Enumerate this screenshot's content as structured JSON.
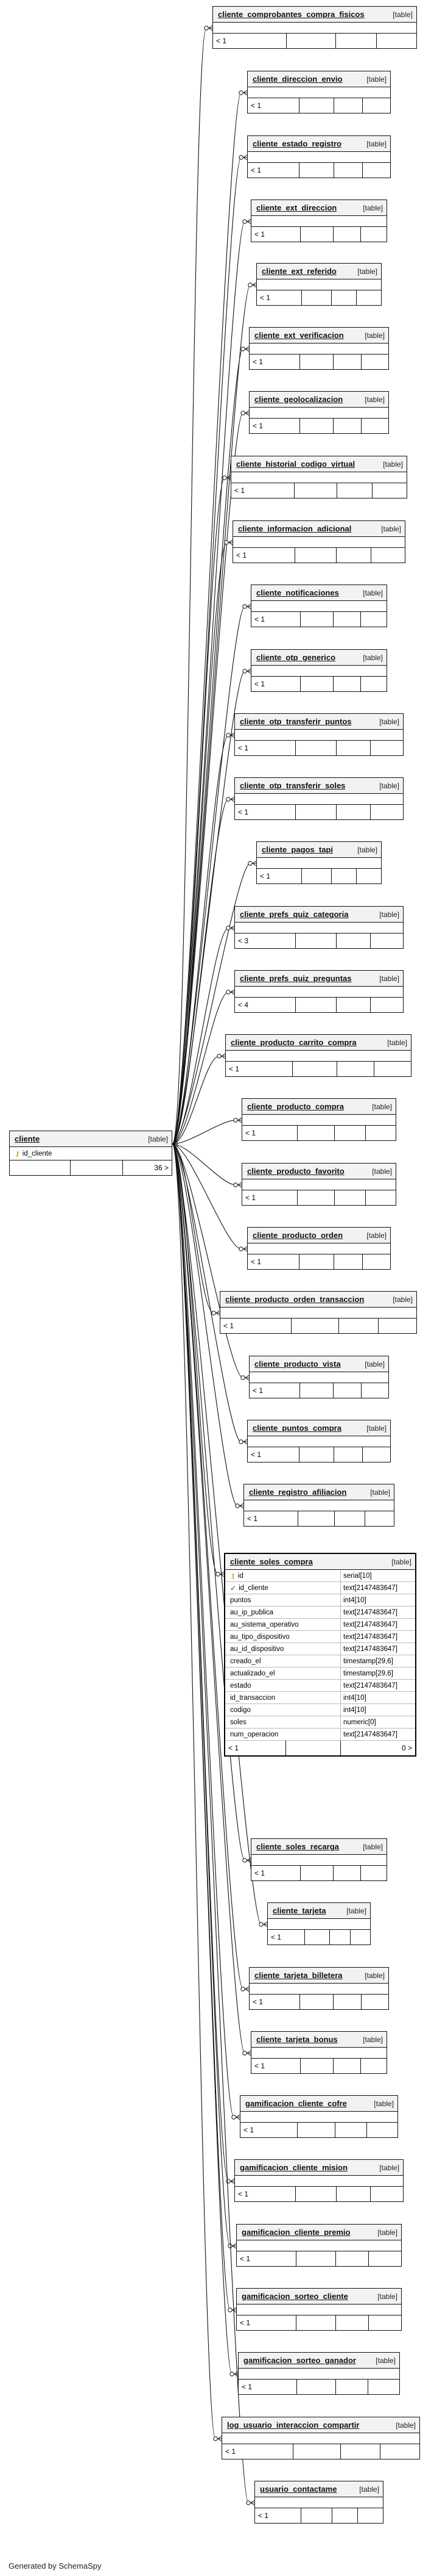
{
  "footer": "Generated by SchemaSpy",
  "main_table": {
    "name": "cliente",
    "kind": "[table]",
    "column": "id_cliente",
    "parents": "",
    "children": "36 >"
  },
  "focus_table": {
    "name": "cliente_soles_compra",
    "kind": "[table]",
    "footer_left": "< 1",
    "footer_right": "0 >",
    "columns": [
      {
        "name": "id",
        "type": "serial[10]"
      },
      {
        "name": "id_cliente",
        "type": "text[2147483647]"
      },
      {
        "name": "puntos",
        "type": "int4[10]"
      },
      {
        "name": "au_ip_publica",
        "type": "text[2147483647]"
      },
      {
        "name": "au_sistema_operativo",
        "type": "text[2147483647]"
      },
      {
        "name": "au_tipo_dispositivo",
        "type": "text[2147483647]"
      },
      {
        "name": "au_id_dispositivo",
        "type": "text[2147483647]"
      },
      {
        "name": "creado_el",
        "type": "timestamp[29,6]"
      },
      {
        "name": "actualizado_el",
        "type": "timestamp[29,6]"
      },
      {
        "name": "estado",
        "type": "text[2147483647]"
      },
      {
        "name": "id_transaccion",
        "type": "int4[10]"
      },
      {
        "name": "codigo",
        "type": "int4[10]"
      },
      {
        "name": "soles",
        "type": "numeric[0]"
      },
      {
        "name": "num_operacion",
        "type": "text[2147483647]"
      }
    ]
  },
  "tables": [
    {
      "name": "cliente_comprobantes_compra_fisicos",
      "kind": "[table]",
      "parents": "< 1"
    },
    {
      "name": "cliente_direccion_envio",
      "kind": "[table]",
      "parents": "< 1"
    },
    {
      "name": "cliente_estado_registro",
      "kind": "[table]",
      "parents": "< 1"
    },
    {
      "name": "cliente_ext_direccion",
      "kind": "[table]",
      "parents": "< 1"
    },
    {
      "name": "cliente_ext_referido",
      "kind": "[table]",
      "parents": "< 1"
    },
    {
      "name": "cliente_ext_verificacion",
      "kind": "[table]",
      "parents": "< 1"
    },
    {
      "name": "cliente_geolocalizacion",
      "kind": "[table]",
      "parents": "< 1"
    },
    {
      "name": "cliente_historial_codigo_virtual",
      "kind": "[table]",
      "parents": "< 1"
    },
    {
      "name": "cliente_informacion_adicional",
      "kind": "[table]",
      "parents": "< 1"
    },
    {
      "name": "cliente_notificaciones",
      "kind": "[table]",
      "parents": "< 1"
    },
    {
      "name": "cliente_otp_generico",
      "kind": "[table]",
      "parents": "< 1"
    },
    {
      "name": "cliente_otp_transferir_puntos",
      "kind": "[table]",
      "parents": "< 1"
    },
    {
      "name": "cliente_otp_transferir_soles",
      "kind": "[table]",
      "parents": "< 1"
    },
    {
      "name": "cliente_pagos_tapi",
      "kind": "[table]",
      "parents": "< 1"
    },
    {
      "name": "cliente_prefs_quiz_categoria",
      "kind": "[table]",
      "parents": "< 3"
    },
    {
      "name": "cliente_prefs_quiz_preguntas",
      "kind": "[table]",
      "parents": "< 4"
    },
    {
      "name": "cliente_producto_carrito_compra",
      "kind": "[table]",
      "parents": "< 1"
    },
    {
      "name": "cliente_producto_compra",
      "kind": "[table]",
      "parents": "< 1"
    },
    {
      "name": "cliente_producto_favorito",
      "kind": "[table]",
      "parents": "< 1"
    },
    {
      "name": "cliente_producto_orden",
      "kind": "[table]",
      "parents": "< 1"
    },
    {
      "name": "cliente_producto_orden_transaccion",
      "kind": "[table]",
      "parents": "< 1"
    },
    {
      "name": "cliente_producto_vista",
      "kind": "[table]",
      "parents": "< 1"
    },
    {
      "name": "cliente_puntos_compra",
      "kind": "[table]",
      "parents": "< 1"
    },
    {
      "name": "cliente_registro_afiliacion",
      "kind": "[table]",
      "parents": "< 1"
    },
    {
      "name": "cliente_soles_recarga",
      "kind": "[table]",
      "parents": "< 1"
    },
    {
      "name": "cliente_tarjeta",
      "kind": "[table]",
      "parents": "< 1"
    },
    {
      "name": "cliente_tarjeta_billetera",
      "kind": "[table]",
      "parents": "< 1"
    },
    {
      "name": "cliente_tarjeta_bonus",
      "kind": "[table]",
      "parents": "< 1"
    },
    {
      "name": "gamificacion_cliente_cofre",
      "kind": "[table]",
      "parents": "< 1"
    },
    {
      "name": "gamificacion_cliente_mision",
      "kind": "[table]",
      "parents": "< 1"
    },
    {
      "name": "gamificacion_cliente_premio",
      "kind": "[table]",
      "parents": "< 1"
    },
    {
      "name": "gamificacion_sorteo_cliente",
      "kind": "[table]",
      "parents": "< 1"
    },
    {
      "name": "gamificacion_sorteo_ganador",
      "kind": "[table]",
      "parents": "< 1"
    },
    {
      "name": "log_usuario_interaccion_compartir",
      "kind": "[table]",
      "parents": "< 1"
    },
    {
      "name": "usuario_contactame",
      "kind": "[table]",
      "parents": "< 1"
    }
  ]
}
